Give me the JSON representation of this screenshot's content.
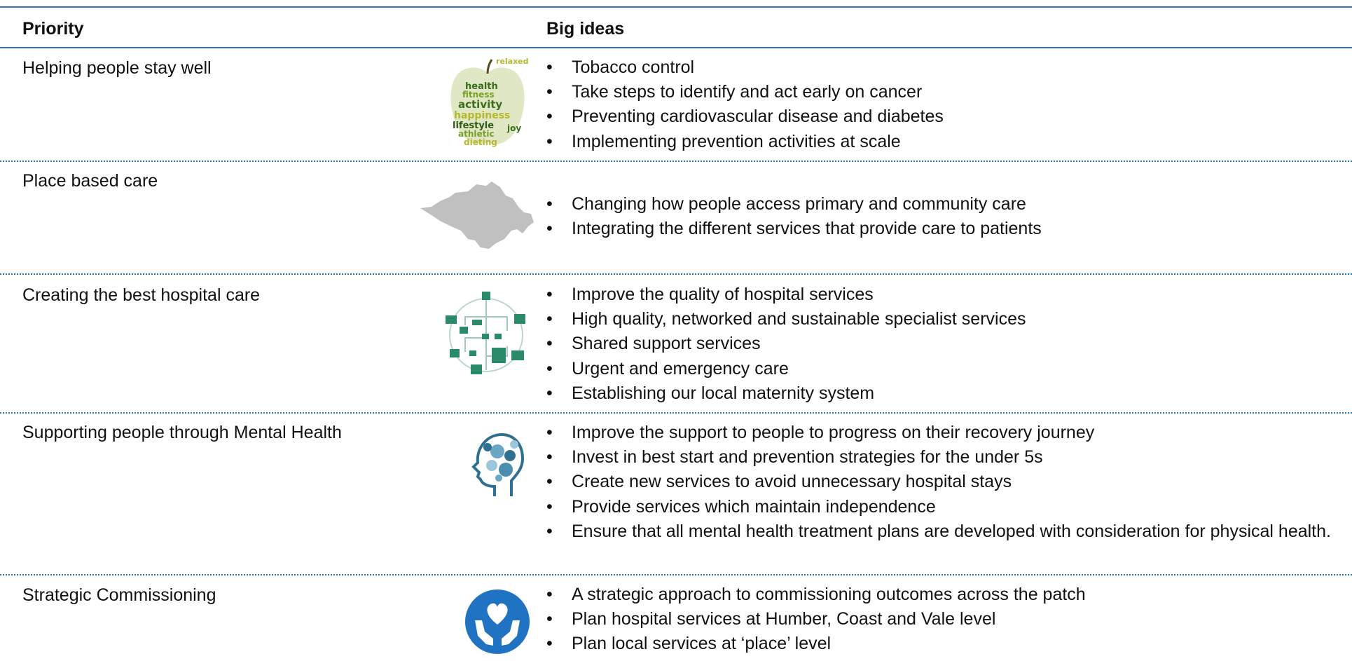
{
  "table": {
    "headers": {
      "priority": "Priority",
      "ideas": "Big ideas"
    },
    "bullet_glyph": "•",
    "rows": [
      {
        "priority": "Helping people stay well",
        "icon": "apple-word-cloud-icon",
        "word_cloud": [
          "relaxed",
          "health",
          "fitness",
          "activity",
          "happiness",
          "lifestyle",
          "athletic",
          "dieting",
          "joy"
        ],
        "ideas": [
          "Tobacco control",
          "Take steps to identify and act early on cancer",
          "Preventing cardiovascular disease and diabetes",
          "Implementing prevention activities at scale"
        ]
      },
      {
        "priority": "Place based care",
        "icon": "region-map-icon",
        "ideas": [
          "Changing how people access primary and community care",
          "Integrating the different services that provide care to patients"
        ]
      },
      {
        "priority": "Creating the best hospital care",
        "icon": "hospital-network-icon",
        "ideas": [
          "Improve the quality of hospital services",
          "High quality, networked and sustainable specialist services",
          "Shared support services",
          "Urgent and emergency care",
          "Establishing our local maternity system"
        ]
      },
      {
        "priority": "Supporting people through Mental Health",
        "icon": "head-gears-icon",
        "ideas": [
          "Improve the support to people to progress on their recovery journey",
          "Invest in best start and prevention strategies for the under 5s",
          "Create new services to avoid unnecessary hospital stays",
          "Provide services which maintain independence",
          "Ensure that all mental health treatment plans are developed with consideration for physical health."
        ]
      },
      {
        "priority": "Strategic Commissioning",
        "icon": "hands-heart-icon",
        "ideas": [
          "A strategic approach to commissioning outcomes across the patch",
          "Plan hospital services at Humber, Coast and Vale level",
          "Plan local services at ‘place’ level"
        ]
      }
    ]
  },
  "colors": {
    "rule": "#2e75b6",
    "apple_greens": [
      "#3b6e1c",
      "#7a9e2a",
      "#b5b82c"
    ],
    "map_grey": "#c0c0c0",
    "hospital_green": "#2a8a6a",
    "head_blue": "#2f6f8f",
    "badge_blue": "#1f73c2"
  }
}
